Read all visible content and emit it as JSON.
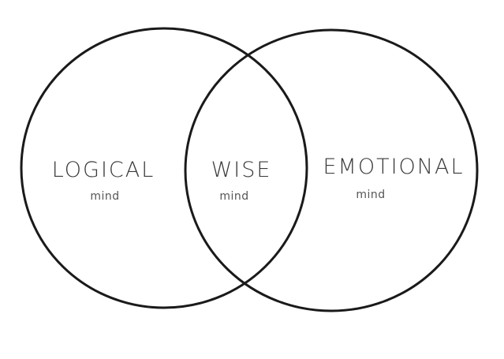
{
  "diagram": {
    "type": "venn",
    "regions": {
      "left": {
        "label": "LOGICAL",
        "sublabel": "mind"
      },
      "center": {
        "label": "WISE",
        "sublabel": "mind"
      },
      "right": {
        "label": "EMOTIONAL",
        "sublabel": "mind"
      }
    },
    "stroke_color": "#1a1a1a",
    "text_color": "#3a3a3a"
  }
}
